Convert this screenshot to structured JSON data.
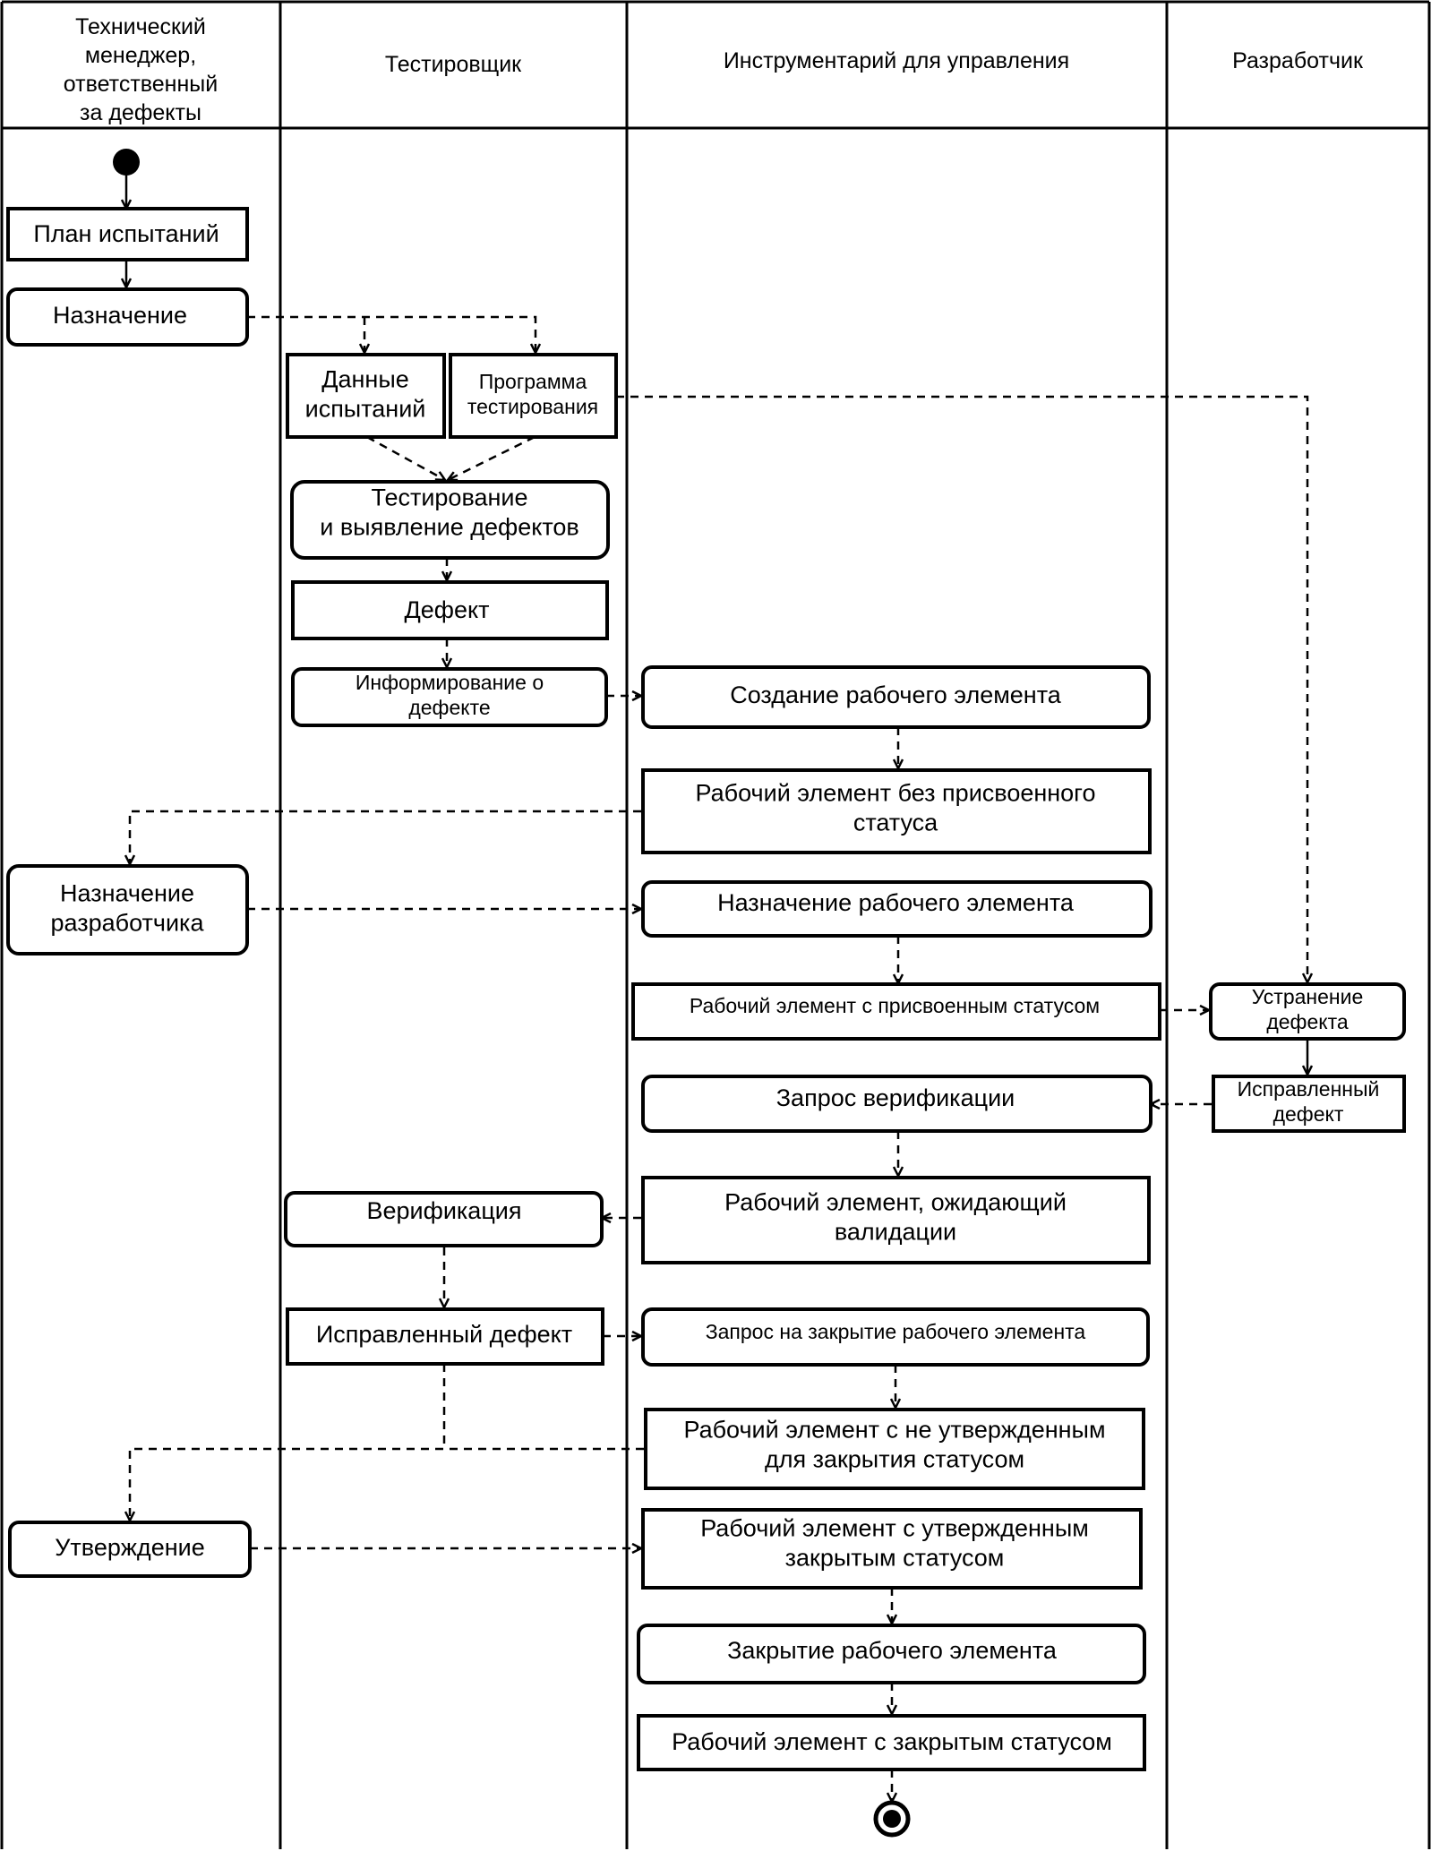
{
  "lanes": [
    {
      "title": [
        "Технический",
        "менеджер,",
        "ответственный",
        "за дефекты"
      ]
    },
    {
      "title": [
        "Тестировщик"
      ]
    },
    {
      "title": [
        "Инструментарий для управления"
      ]
    },
    {
      "title": [
        "Разработчик"
      ]
    }
  ],
  "nodes": {
    "plan": [
      "План испытаний"
    ],
    "assign": [
      "Назначение"
    ],
    "test_data": [
      "Данные",
      "испытаний"
    ],
    "test_program": [
      "Программа",
      "тестирования"
    ],
    "testing": [
      "Тестирование",
      "и выявление дефектов"
    ],
    "defect": [
      "Дефект"
    ],
    "inform": [
      "Информирование о",
      "дефекте"
    ],
    "create_item": [
      "Создание рабочего элемента"
    ],
    "item_no_status": [
      "Рабочий элемент без присвоенного",
      "статуса"
    ],
    "assign_dev": [
      "Назначение",
      "разработчика"
    ],
    "assign_item": [
      "Назначение рабочего элемента"
    ],
    "item_status": [
      "Рабочий элемент с присвоенным статусом"
    ],
    "fix_defect": [
      "Устранение",
      "дефекта"
    ],
    "fixed_defect_dev": [
      "Исправленный",
      "дефект"
    ],
    "verify_request": [
      "Запрос верификации"
    ],
    "verification": [
      "Верификация"
    ],
    "item_waiting": [
      "Рабочий элемент, ожидающий",
      "валидации"
    ],
    "fixed_defect_tester": [
      "Исправленный дефект"
    ],
    "close_request": [
      "Запрос на закрытие рабочего элемента"
    ],
    "item_not_approved": [
      "Рабочий элемент с не утвержденным",
      "для закрытия статусом"
    ],
    "approval": [
      "Утверждение"
    ],
    "item_approved": [
      "Рабочий элемент с утвержденным",
      "закрытым статусом"
    ],
    "close_item": [
      "Закрытие рабочего элемента"
    ],
    "item_closed": [
      "Рабочий элемент с закрытым статусом"
    ]
  }
}
